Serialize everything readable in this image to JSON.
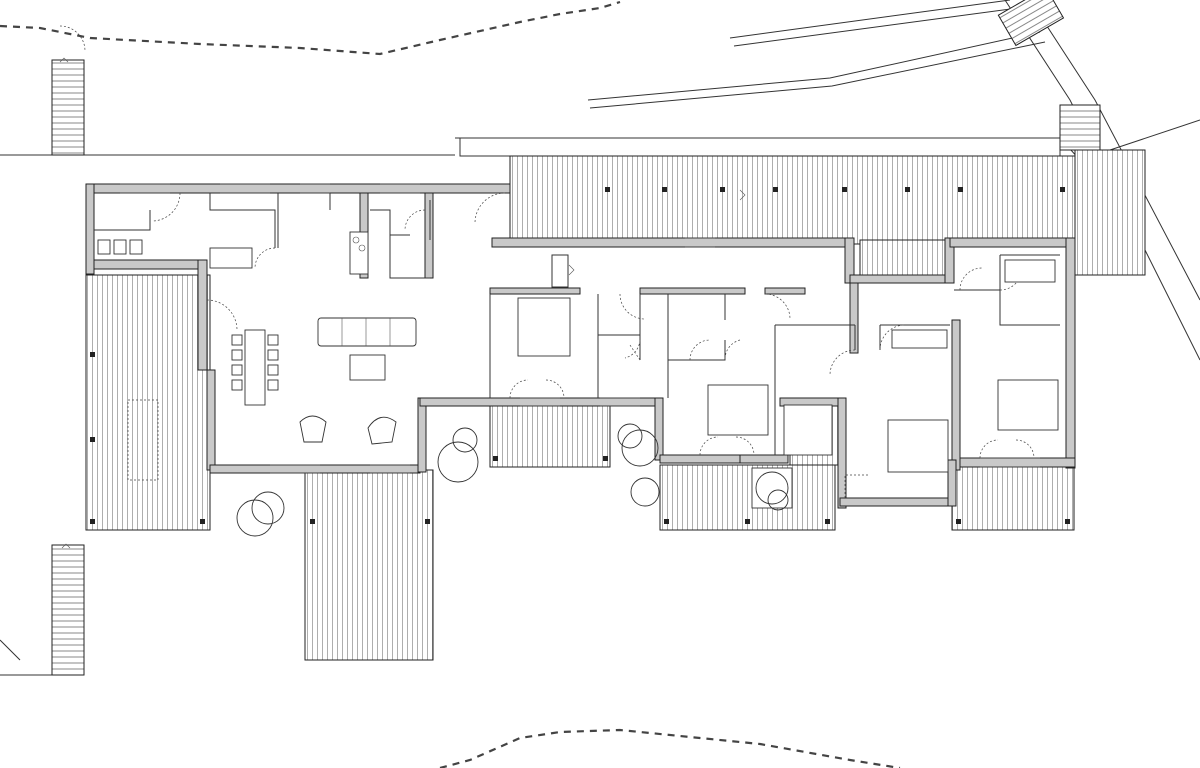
{
  "drawing": {
    "colors": {
      "line": "#333333",
      "wall_fill": "#c9c9c9",
      "background": "#ffffff"
    },
    "elements": [
      "terrain-dashed-contour",
      "road-edges",
      "exterior-stairs",
      "wood-decks",
      "living-dining-kitchen",
      "four-bedrooms",
      "bathrooms",
      "trees"
    ]
  }
}
